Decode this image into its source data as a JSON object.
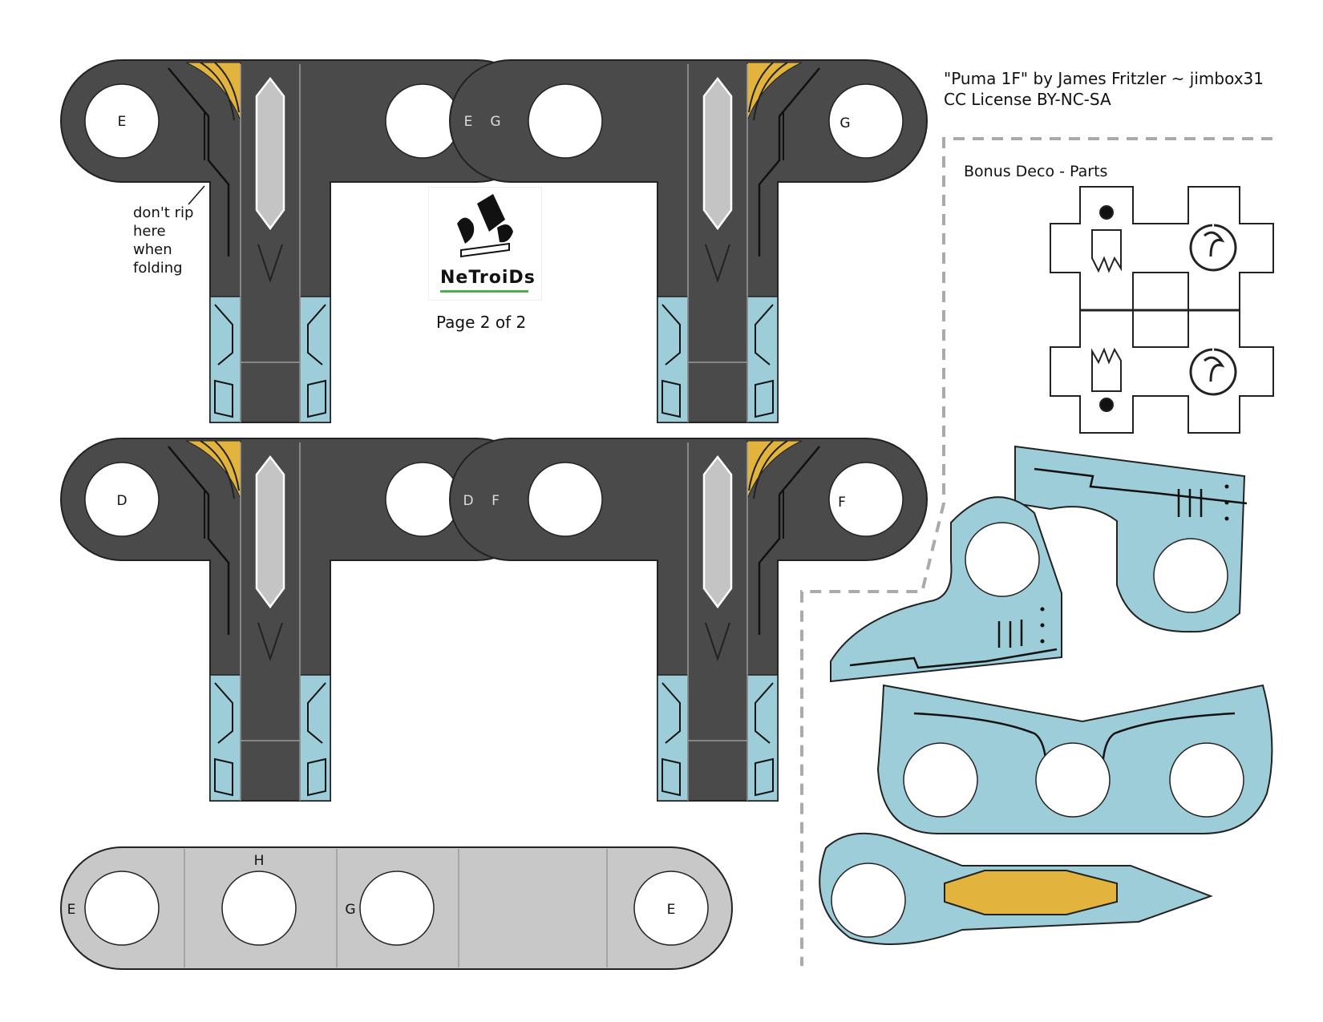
{
  "credits": {
    "line1": "\"Puma 1F\" by James Fritzler  ~  jimbox31",
    "line2": "CC License BY-NC-SA"
  },
  "fold_note": [
    "don't rip",
    "here",
    "when",
    "folding"
  ],
  "page_label": "Page 2 of 2",
  "logo": {
    "text": "NeTroiDs"
  },
  "bonus_title": "Bonus Deco - Parts",
  "pieces": [
    {
      "name": "piece-e-g",
      "labels": [
        "E",
        "E",
        "G",
        "G"
      ]
    },
    {
      "name": "piece-d-f",
      "labels": [
        "D",
        "D",
        "F",
        "F"
      ]
    }
  ],
  "band_labels": [
    "E",
    "H",
    "G",
    "E"
  ],
  "colors": {
    "dark": "#4a4a4a",
    "gold": "#e2b43d",
    "light_blue": "#9dcdd8",
    "silver": "#c4c4c4",
    "band": "#c8c8c8"
  }
}
